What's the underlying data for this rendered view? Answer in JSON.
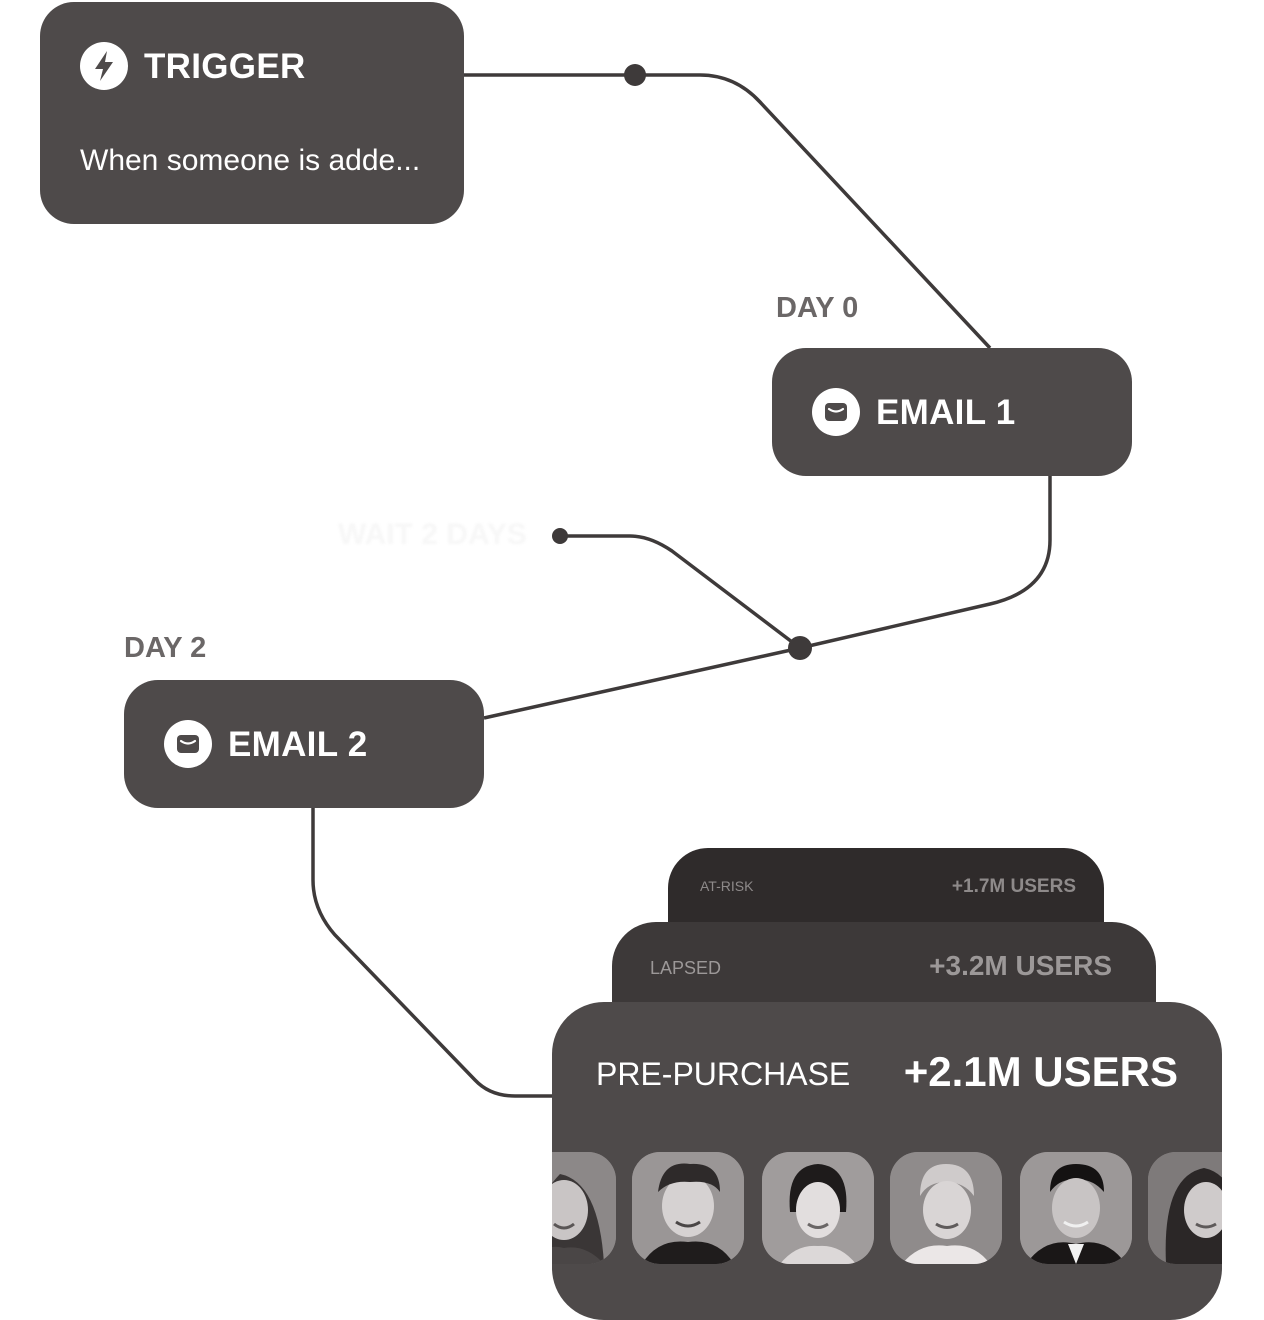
{
  "trigger": {
    "title": "TRIGGER",
    "description": "When someone is adde...",
    "icon": "lightning-bolt-icon"
  },
  "steps": [
    {
      "day_label": "DAY 0",
      "title": "EMAIL 1",
      "icon": "envelope-icon"
    },
    {
      "day_label": "DAY 2",
      "title": "EMAIL 2",
      "icon": "envelope-icon"
    }
  ],
  "wait_label": "WAIT 2 DAYS",
  "segments": [
    {
      "name": "AT-RISK",
      "count": "+1.7M USERS"
    },
    {
      "name": "LAPSED",
      "count": "+3.2M USERS"
    },
    {
      "name": "PRE-PURCHASE",
      "count": "+2.1M USERS"
    }
  ],
  "colors": {
    "node_fill": "#4e4a4a",
    "connector": "#3e3a3a",
    "day_label": "#6b6767"
  },
  "avatars": [
    "smiling-woman-photo",
    "curly-haired-man-photo",
    "young-woman-photo",
    "short-haired-woman-photo",
    "man-in-suit-photo",
    "long-haired-woman-photo"
  ]
}
